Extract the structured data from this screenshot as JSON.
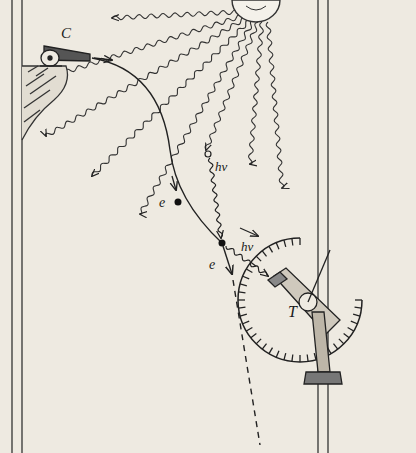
{
  "diagram": {
    "labels": [
      "C",
      "hν",
      "e",
      "hν",
      "e",
      "T"
    ]
  }
}
